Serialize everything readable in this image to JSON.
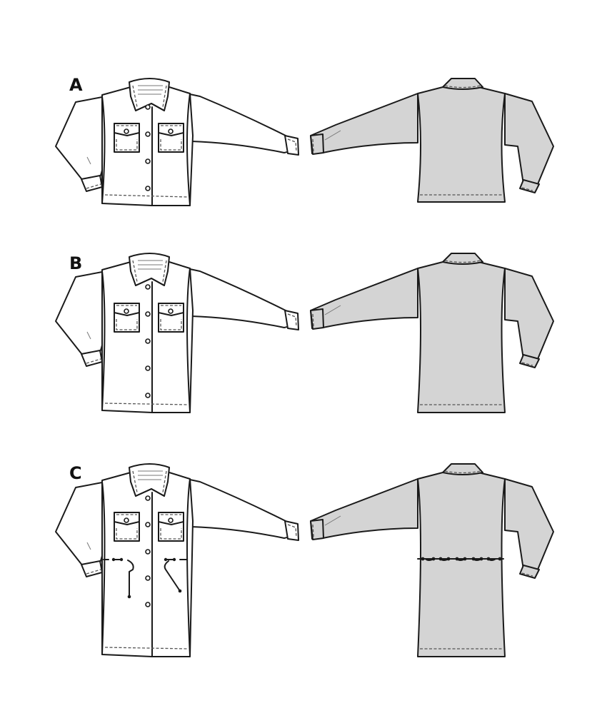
{
  "figure": {
    "type": "sewing-pattern-technical-flats",
    "views": [
      {
        "id": "A",
        "label": "A",
        "length": "cropped",
        "drawstring_waist": false,
        "front": "white",
        "back": "grey"
      },
      {
        "id": "B",
        "label": "B",
        "length": "hip",
        "drawstring_waist": false,
        "front": "white",
        "back": "grey"
      },
      {
        "id": "C",
        "label": "C",
        "length": "mid-thigh",
        "drawstring_waist": true,
        "front": "white",
        "back": "grey"
      }
    ],
    "features": [
      "shirt collar",
      "two chest flap pockets with button",
      "button front placket",
      "dropped shoulder",
      "buttoned cuffs with placket slit",
      "topstitched hem"
    ]
  },
  "colors": {
    "background": "#ffffff",
    "outline": "#1a1a1a",
    "back_fill": "#d4d4d4",
    "front_fill": "#ffffff"
  }
}
